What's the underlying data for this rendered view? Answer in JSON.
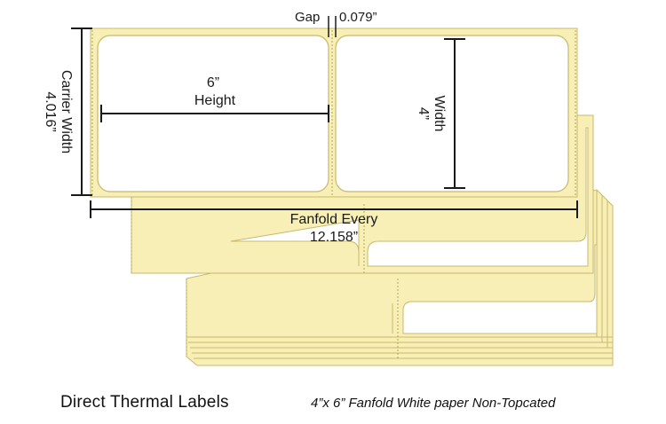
{
  "dimensions": {
    "gap_label": "Gap",
    "gap_value": "0.079”",
    "height_value": "6”",
    "height_label": "Height",
    "width_label": "Width",
    "width_value": "4”",
    "carrier_label": "Carrier Width",
    "carrier_value": "4.016”",
    "fanfold_label": "Fanfold Every",
    "fanfold_value": "12.158”"
  },
  "caption": {
    "title": "Direct Thermal Labels",
    "subtitle": "4”x 6” Fanfold White paper Non-Topcated"
  },
  "colors": {
    "liner_fill": "#f7efb5",
    "liner_stroke": "#c9b86a",
    "label_fill": "#ffffff",
    "arrow": "#1a1a1a"
  }
}
